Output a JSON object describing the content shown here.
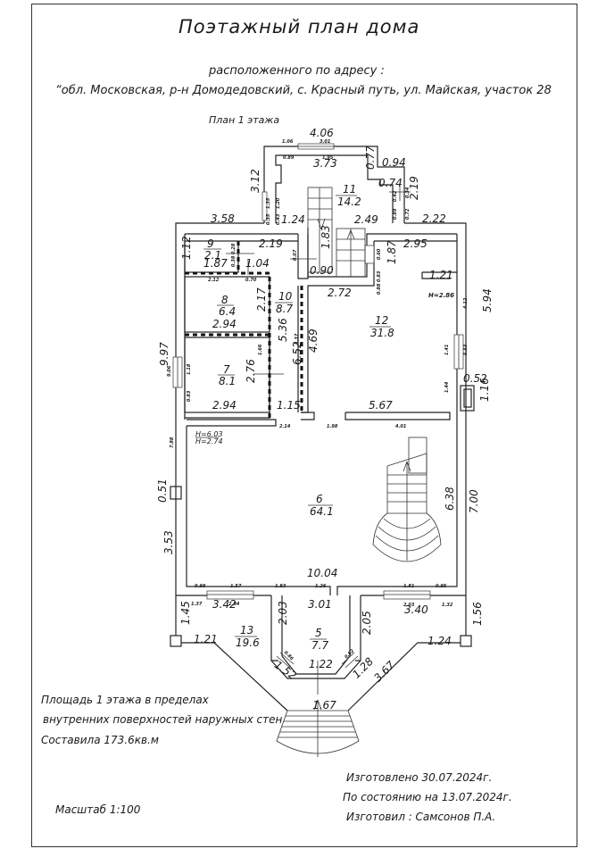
{
  "header": {
    "title": "Поэтажный план дома",
    "address_line1": "расположенного по адресу :",
    "address_line2": "“обл. Московская, р-н Домодедовский, с. Красный путь, ул. Майская, участок 28",
    "plan_label": "План 1 этажа"
  },
  "rooms": [
    {
      "number": "5",
      "area": "7.7"
    },
    {
      "number": "6",
      "area": "64.1"
    },
    {
      "number": "7",
      "area": "8.1"
    },
    {
      "number": "8",
      "area": "6.4"
    },
    {
      "number": "9",
      "area": "2.1"
    },
    {
      "number": "10",
      "area": "8.7"
    },
    {
      "number": "11",
      "area": "14.2"
    },
    {
      "number": "12",
      "area": "31.8"
    },
    {
      "number": "13",
      "area": "19.6"
    }
  ],
  "heights": {
    "room12": "H=2.86",
    "room6_a": "H=6.03",
    "room6_b": "H=2.74"
  },
  "dimensions": {
    "top_4_06": "4.06",
    "d_3_73": "3.73",
    "d_0_77": "0.77",
    "d_0_94": "0.94",
    "d_0_74": "0.74",
    "d_2_19v": "2.19",
    "d_3_12": "3.12",
    "d_3_58": "3.58",
    "d_1_24a": "1.24",
    "d_2_49": "2.49",
    "d_2_22": "2.22",
    "d_1_12": "1.12",
    "d_1_87a": "1.87",
    "d_2_19": "2.19",
    "d_1_04": "1.04",
    "d_1_83": "1.83",
    "d_0_90": "0.90",
    "d_2_95": "2.95",
    "d_1_87b": "1.87",
    "d_1_21a": "1.21",
    "d_2_72": "2.72",
    "d_5_94": "5.94",
    "d_2_17": "2.17",
    "d_2_94a": "2.94",
    "d_5_36": "5.36",
    "d_4_69": "4.69",
    "d_6_52": "6.52",
    "d_9_97": "9.97",
    "d_2_76": "2.76",
    "d_2_94b": "2.94",
    "d_1_15": "1.15",
    "d_5_67": "5.67",
    "d_0_52": "0.52",
    "d_1_16": "1.16",
    "d_0_51": "0.51",
    "d_3_53": "3.53",
    "d_6_38": "6.38",
    "d_7_00": "7.00",
    "d_10_04": "10.04",
    "d_3_01": "3.01",
    "d_3_42": "3.42",
    "d_3_40": "3.40",
    "d_1_45": "1.45",
    "d_1_56": "1.56",
    "d_2_03": "2.03",
    "d_2_05": "2.05",
    "d_1_21b": "1.21",
    "d_1_24b": "1.24",
    "d_1_52": "1.52",
    "d_1_22": "1.22",
    "d_1_28": "1.28",
    "d_3_67": "3.67",
    "d_1_67": "1.67"
  },
  "small_dimensions": {
    "s_1_06": "1.06",
    "s_3_01": "3.01",
    "s_0_89": "0.89",
    "s_1_95": "1.95",
    "s_1_35": "1.35",
    "s_1_20": "1.20",
    "s_0_35": "0.35",
    "s_0_43": "0.43",
    "s_0_42": "0.42",
    "s_0_34": "0.34",
    "s_0_89b": "0.89",
    "s_0_72": "0.72",
    "s_0_28": "0.28",
    "s_0_38": "0.38",
    "s_0_70": "0.70",
    "s_2_12": "2.12",
    "s_0_07": "0.07",
    "s_0_83": "0.83",
    "s_0_60": "0.60",
    "s_0_88": "0.88",
    "s_5_37": "5.37",
    "s_1_66": "1.66",
    "s_9_06": "9.06",
    "s_1_18": "1.18",
    "s_0_83b": "0.83",
    "s_4_12": "4.12",
    "s_1_41": "1.41",
    "s_5_53": "5.53",
    "s_1_44": "1.44",
    "s_2_14": "2.14",
    "s_1_98": "1.98",
    "s_4_01": "4.01",
    "s_7_88": "7.88",
    "s_0_98": "0.98",
    "s_1_57": "1.57",
    "s_1_83": "1.83",
    "s_1_26": "1.26",
    "s_1_81": "1.81",
    "s_0_95": "0.95",
    "s_1_37": "1.37",
    "s_2_04": "2.04",
    "s_2_03": "2.03",
    "s_1_32": "1.32",
    "s_0_86": "0.86",
    "s_0_82": "0.82"
  },
  "footer": {
    "area_line1": "Площадь 1 этажа в пределах",
    "area_line2": "внутренних поверхностей наружных стен",
    "area_line3": "Составила 173.6кв.м",
    "scale": "Масштаб 1:100",
    "made_date": "Изготовлено 30.07.2024г.",
    "as_of_date": "По состоянию на 13.07.2024г.",
    "made_by": "Изготовил : Самсонов П.А."
  }
}
